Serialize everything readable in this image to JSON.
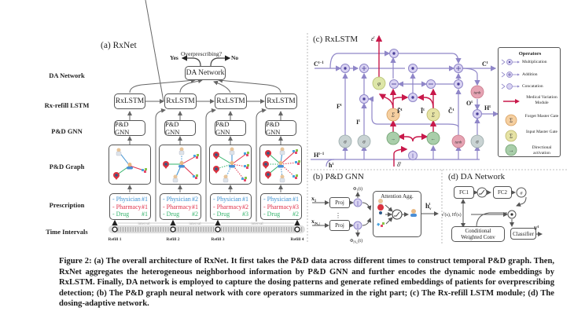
{
  "panel_a": {
    "title": "(a) RxNet",
    "question": "Overprescribing?",
    "yes": "Yes",
    "no": "No",
    "row_labels": [
      "DA Network",
      "Rx-refill LSTM",
      "P&D GNN",
      "P&D Graph",
      "Prescription",
      "Time Intervals"
    ],
    "da_box": "DA Network",
    "lstm_box": "RxLSTM",
    "gnn_box": "P&D GNN",
    "prescriptions": [
      {
        "physician": "- Physician",
        "physician_no": "#1",
        "pharmacy": "- Pharmacy",
        "pharmacy_no": "#1",
        "drug": "- Drug",
        "drug_no": "#1"
      },
      {
        "physician": "- Physician",
        "physician_no": "#2",
        "pharmacy": "- Pharmacy",
        "pharmacy_no": "#1",
        "drug": "- Drug",
        "drug_no": "#2"
      },
      {
        "physician": "- Physician",
        "physician_no": "#1",
        "pharmacy": "- Pharmacy",
        "pharmacy_no": "#2",
        "drug": "- Drug",
        "drug_no": "#3"
      },
      {
        "physician": "- Physician",
        "physician_no": "#1",
        "pharmacy": "- Pharmacy",
        "pharmacy_no": "#3",
        "drug": "- Drug",
        "drug_no": "#2"
      }
    ],
    "interval_label": "interval",
    "refills": [
      "Refill 1",
      "Refill 2",
      "Refill 3",
      "Refill 4"
    ]
  },
  "panel_b": {
    "title": "(b) P&D GNN",
    "x1": "x",
    "x1_sub": "1",
    "xn": "x",
    "xn_sub": "|N",
    "xn_sub2": "v",
    "proj": "Proj",
    "phi1": "Φ",
    "phi1_sub": "1",
    "phin": "Φ",
    "phin_sub": "|N",
    "phin_sub2": "v",
    "t_arg": "(t)",
    "attention": "Attention Agg.",
    "output": "h",
    "output_sub": "v",
    "output_sup": "t"
  },
  "panel_c": {
    "title": "(c) RxLSTM",
    "c_prev": "C",
    "c_prev_sup": "t−1",
    "c_next": "C",
    "c_next_sup": "t",
    "h_prev": "H",
    "h_prev_sup": "t−1",
    "h_next": "H",
    "h_next_sup": "t",
    "h_input": "h",
    "h_input_sup": "t",
    "epsilon": "ε",
    "epsilon_sup": "t",
    "delta": "δ",
    "delta_sup": "t",
    "F": "F",
    "I": "I",
    "F_tilde": "F̃",
    "I_tilde": "Ĩ",
    "C_tilde": "C̃",
    "O": "O",
    "t_sup": "t",
    "sigma": "σ",
    "tanh": "tanh",
    "phi": "φ",
    "Sigma": "Σ",
    "legend": {
      "title": "Operators",
      "items": [
        {
          "icon": "multiplication-icon",
          "label": "Multiplication"
        },
        {
          "icon": "addition-icon",
          "label": "Addition"
        },
        {
          "icon": "concatenation-icon",
          "label": "Concatation"
        },
        {
          "icon": "red-arrow-icon",
          "label": "Medical Variation Module"
        },
        {
          "icon": "forget-gate-icon",
          "label": "Forget Master Gate"
        },
        {
          "icon": "input-gate-icon",
          "label": "Input Master Gate"
        },
        {
          "icon": "directional-activation-icon",
          "label": "Directional activation"
        }
      ]
    }
  },
  "panel_d": {
    "title": "(d) DA Network",
    "fc1": "FC1",
    "fc2": "FC2",
    "sigma": "σ",
    "input_label": "ε",
    "input_label2": "(s), H",
    "input_label3": "(s)",
    "input_sup": "t",
    "cond_conv_line1": "Conditional",
    "cond_conv_line2": "Weighted Conv",
    "classifier": "Classifier",
    "output": "y",
    "output_sup": "t"
  },
  "caption": "Figure 2: (a) The overall architecture of RxNet. It first takes the P&D data across different times to construct temporal P&D graph. Then, RxNet aggregates the heterogeneous neighborhood information by P&D GNN and further encodes the dynamic node embeddings by RxLSTM. Finally, DA network is employed to capture the dosing patterns and generate refined embeddings of patients for overprescribing detection; (b) The P&D graph neural network with core operators summarized in the right part; (c) The Rx-refill LSTM module; (d) The dosing-adaptive network.",
  "colors": {
    "lstm_line": "#8f86c8",
    "medical_red": "#c8184a",
    "physician_blue": "#3a8fd0",
    "pharmacy_red": "#e0304a",
    "drug_green": "#33b36b",
    "sigma_gray": "#c9d3d3",
    "tanh_pink": "#e6a3b3",
    "phi_yellow": "#dde6a8",
    "forget_orange": "#f5cfa0",
    "input_yellow": "#e6e3a5",
    "dir_green": "#a9ceaa",
    "op_circle": "#d9d3f2"
  }
}
